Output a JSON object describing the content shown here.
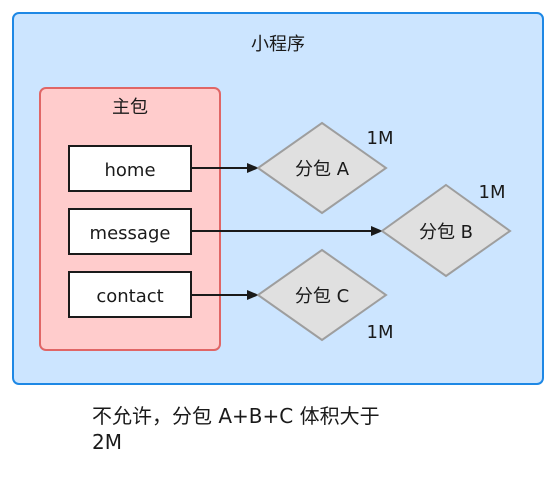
{
  "miniprogram": {
    "title": "小程序"
  },
  "main_package": {
    "title": "主包",
    "pages": [
      "home",
      "message",
      "contact"
    ]
  },
  "subpackages": [
    {
      "label": "分包 A",
      "size": "1M"
    },
    {
      "label": "分包 B",
      "size": "1M"
    },
    {
      "label": "分包 C",
      "size": "1M"
    }
  ],
  "caption": {
    "line1": "不允许，分包 A+B+C 体积大于",
    "line2": "2M"
  },
  "colors": {
    "container_fill": "#cce5ff",
    "container_stroke": "#1e88e5",
    "main_fill": "#ffcccc",
    "main_stroke": "#e06666",
    "diamond_fill": "#e0e0e0",
    "diamond_stroke": "#9e9e9e"
  }
}
